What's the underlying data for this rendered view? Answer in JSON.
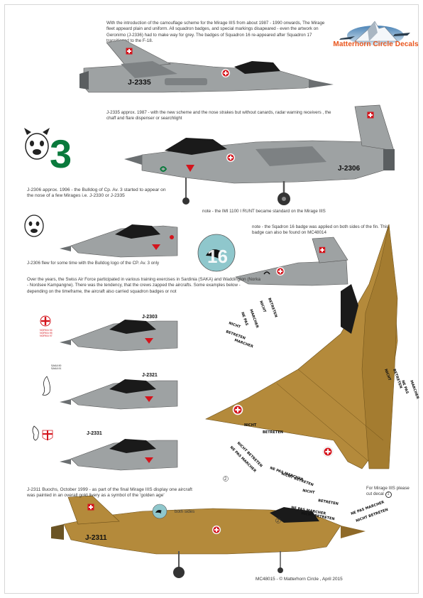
{
  "intro_text": "With the introduction of the camouflage scheme for the Mirage IIIS from about 1987 - 1990 onwards, The Mirage fleet appeard plain and uniform. All squadron badges, and special markings disapeared - even the artwork on Geronimo (J-2336) had to make way for grey. The badges of Squadron 16 re-appeared after Squadron 17 transitioned to the F-18.",
  "brand": {
    "name": "Matterhorn Circle Decals"
  },
  "aircraft": {
    "j2335": {
      "serial": "J-2335",
      "caption": "J-2335 approx. 1987 - with the new scheme and the nose strakes but without canards, radar warning receivers , the chaff and flare dispenser or searchlight"
    },
    "j2306": {
      "serial": "J-2306",
      "caption": "J-2306 approx. 1996 - the Bulldog of Cp. Av. 3 started to appear on the nose of a few Mirages i.e. J-2330 or J-2335"
    },
    "j2306b": {
      "caption": "J-2306 flew for some time with the Bulldog logo of the CP. Av. 3 only"
    },
    "j2303": {
      "serial": "J-2303"
    },
    "j2321": {
      "serial": "J-2321"
    },
    "j2331": {
      "serial": "J-2331"
    },
    "j2311": {
      "serial": "J-2311",
      "caption": "J-2311 Buochs, October 1999 - as part of the final Mirage IIIS display one aircraft was painted in an overall gold livery as a symbol of the 'golden age'"
    }
  },
  "badges": {
    "bulldog_number": "3",
    "sq16_number": "16"
  },
  "notes": {
    "runt": "note - the IMI 1100 I RUNT became standard on the Mirage IIIS",
    "sq16": "note - the Sqadron 16 badge was applied on both sides of the fin. This badge can also be found on MC48014",
    "exercises": "Over the years, the Swiss Air Force participated in various training exercises in Sardinia (SAKA) and Waddington (Norka - Nordsee Kampangne). There was the tendency, that the crews zapped the aircrafts. Some examples below - depending on the timeframe, the aircraft also carried squadron badges or not",
    "both_sides": "both sides",
    "cut_decal": "For Mirage IIIS please cut decal",
    "cut_decal_ref": "1"
  },
  "zaps": {
    "norka_lines": [
      "NORKA 94",
      "NORKA 95",
      "NORKA 97"
    ],
    "saka_lines": [
      "SAKA 90",
      "SAKA 91"
    ]
  },
  "stencils": {
    "ne_pas": "NE PAS",
    "marcher": "MARCHER",
    "nicht": "NICHT",
    "betreten": "BETRETEN",
    "ne_pas_marcher": "NE PAS MARCHER",
    "nicht_betreten": "NICHT BETRETEN",
    "callout_2": "2"
  },
  "footer": "MC48015 - © Matterhorn Circle , April 2015",
  "colors": {
    "grey": "#9ea2a3",
    "grey_dark": "#7d8183",
    "gold": "#b48a3b",
    "gold_dark": "#8f6a28",
    "swiss_red": "#d4141c",
    "brand_orange": "#e9541b",
    "canopy": "#1a1a1a",
    "badge_green": "#0a7a3c"
  }
}
